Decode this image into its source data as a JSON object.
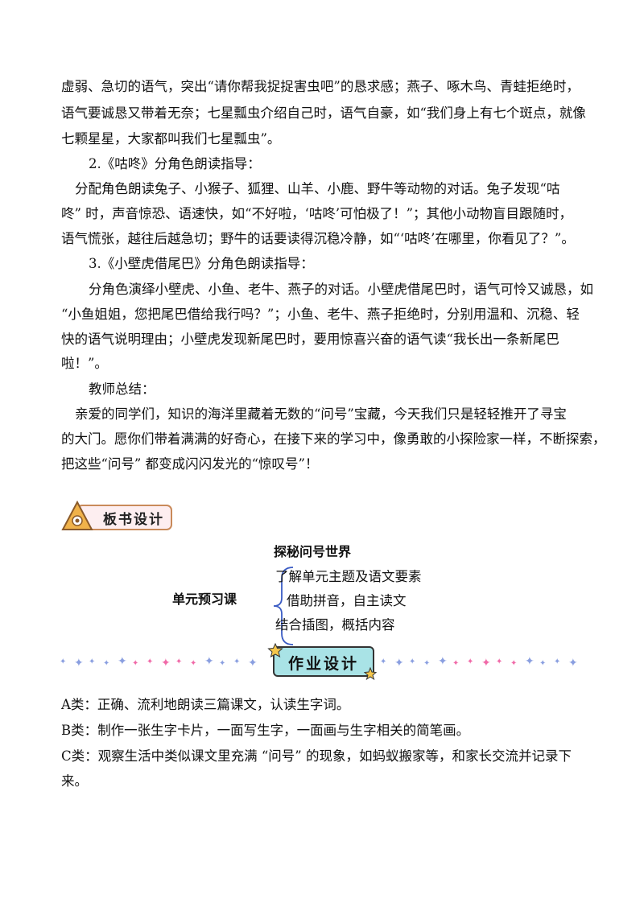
{
  "paragraphs": {
    "p1_l1": "虚弱、急切的语气，突出“请你帮我捉捉害虫吧”的恳求感；燕子、啄木鸟、青蛙拒绝时，",
    "p1_l2": "语气要诚恳又带着无奈；七星瓢虫介绍自己时，语气自豪，如“我们身上有七个斑点，就像",
    "p1_l3": "七颗星星，大家都叫我们七星瓢虫”。",
    "h2": "2.《咕咚》分角色朗读指导：",
    "p2_l1": "分配角色朗读兔子、小猴子、狐狸、山羊、小鹿、野牛等动物的对话。兔子发现“咕",
    "p2_l2": "咚” 时，声音惊恐、语速快，如“不好啦，‘咕咚’可怕极了！”；其他小动物盲目跟随时，",
    "p2_l3": "语气慌张，越往后越急切；野牛的话要读得沉稳冷静，如“‘咕咚’在哪里，你看见了？”。",
    "h3": "3.《小壁虎借尾巴》分角色朗读指导：",
    "p3_l1": "分角色演绎小壁虎、小鱼、老牛、燕子的对话。小壁虎借尾巴时，语气可怜又诚恳，如",
    "p3_l2": "“小鱼姐姐，您把尾巴借给我行吗？”；小鱼、老牛、燕子拒绝时，分别用温和、沉稳、轻",
    "p3_l3": "快的语气说明理由；小壁虎发现新尾巴时，要用惊喜兴奋的语气读“我长出一条新尾巴",
    "p3_l4": "啦！”。",
    "summary_label": "教师总结：",
    "p4_l1": "亲爱的同学们，知识的海洋里藏着无数的“问号”宝藏，今天我们只是轻轻推开了寻宝",
    "p4_l2": "的大门。愿你们带着满满的好奇心，在接下来的学习中，像勇敢的小探险家一样，不断探索，",
    "p4_l3": "把这些“问号” 都变成闪闪发光的“惊叹号”！"
  },
  "board_badge": "板书设计",
  "board": {
    "title": "探秘问号世界",
    "left": "单元预习课",
    "items": [
      "了解单元主题及语文要素",
      "借助拼音，自主读文",
      "结合插图，概括内容"
    ]
  },
  "homework_badge": "作业设计",
  "homework": {
    "a": "A类：正确、流利地朗读三篇课文，认读生字词。",
    "b": "B类：制作一张生字卡片，一面写生字，一面画与生字相关的简笔画。",
    "c_l1": "C类：观察生活中类似课文里充满 “问号” 的现象，如蚂蚁搬家等，和家长交流并记录下",
    "c_l2": "来。"
  },
  "colors": {
    "badge_fill": "#fdeef0",
    "badge_border": "#c98a5a",
    "triangle": "#f0b24a",
    "brace": "#3b5cc4",
    "hw_badge_fill": "#a9e3e6",
    "hw_star": "#f4c64b",
    "sparkle_blue": "#8a9fe0",
    "sparkle_pink": "#f06aa8"
  }
}
